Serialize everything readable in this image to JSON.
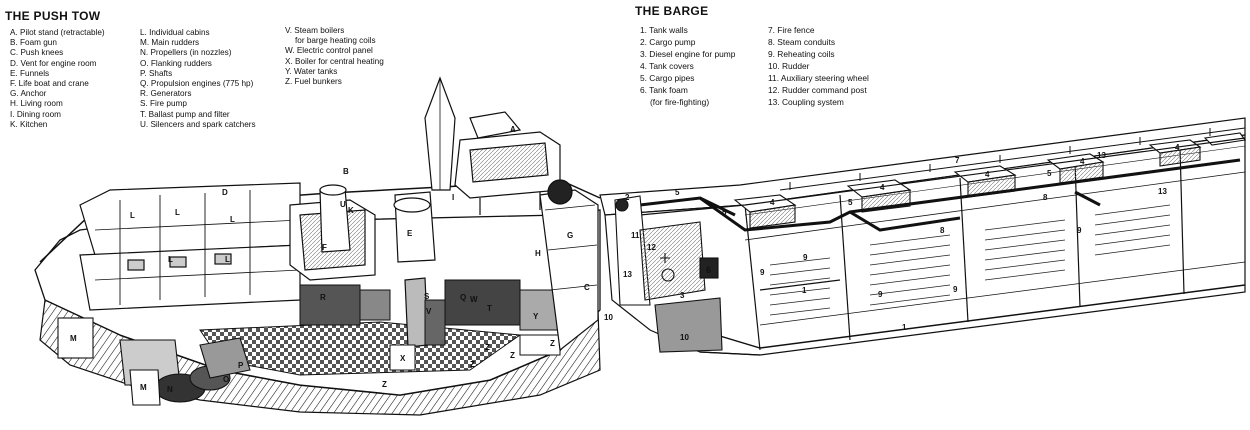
{
  "push_tow": {
    "heading": "THE PUSH TOW",
    "legend_col1": [
      "A. Pilot stand (retractable)",
      "B. Foam gun",
      "C. Push knees",
      "D. Vent for engine room",
      "E. Funnels",
      "F. Life boat and crane",
      "G. Anchor",
      "H. Living room",
      "I. Dining room",
      "K. Kitchen"
    ],
    "legend_col2": [
      "L. Individual cabins",
      "M. Main rudders",
      "N. Propellers (in nozzles)",
      "O. Flanking rudders",
      "P. Shafts",
      "Q. Propulsion engines (775 hp)",
      "R. Generators",
      "S. Fire pump",
      "T. Ballast pump and filter",
      "U. Silencers and spark catchers"
    ],
    "legend_col3": [
      "V. Steam boilers",
      "for barge heating coils",
      "W. Electric control panel",
      "X. Boiler for central heating",
      "Y. Water tanks",
      "Z. Fuel bunkers"
    ]
  },
  "barge": {
    "heading": "THE BARGE",
    "legend_col1": [
      "1. Tank walls",
      "2. Cargo pump",
      "3. Diesel engine for pump",
      "4. Tank covers",
      "5. Cargo pipes",
      "6. Tank foam",
      "(for fire-fighting)"
    ],
    "legend_col2": [
      "7. Fire fence",
      "8. Steam conduits",
      "9. Reheating coils",
      "10. Rudder",
      "11. Auxiliary steering wheel",
      "12. Rudder command post",
      "13. Coupling system"
    ]
  },
  "diagram_labels": {
    "tow": [
      "A",
      "B",
      "C",
      "D",
      "E",
      "F",
      "G",
      "H",
      "I",
      "K",
      "L",
      "L",
      "L",
      "L",
      "L",
      "M",
      "M",
      "N",
      "O",
      "P",
      "Q",
      "R",
      "S",
      "T",
      "U",
      "V",
      "W",
      "X",
      "Y",
      "Z",
      "Z",
      "Z",
      "Z",
      "Z"
    ],
    "barge": [
      "1",
      "1",
      "2",
      "3",
      "4",
      "4",
      "4",
      "4",
      "4",
      "5",
      "5",
      "5",
      "5",
      "6",
      "7",
      "8",
      "8",
      "9",
      "9",
      "9",
      "9",
      "9",
      "10",
      "10",
      "11",
      "12",
      "13",
      "13",
      "13"
    ]
  },
  "colors": {
    "ink": "#111111",
    "paper": "#ffffff",
    "shade": "#9a9a9a",
    "dark": "#3a3a3a"
  }
}
